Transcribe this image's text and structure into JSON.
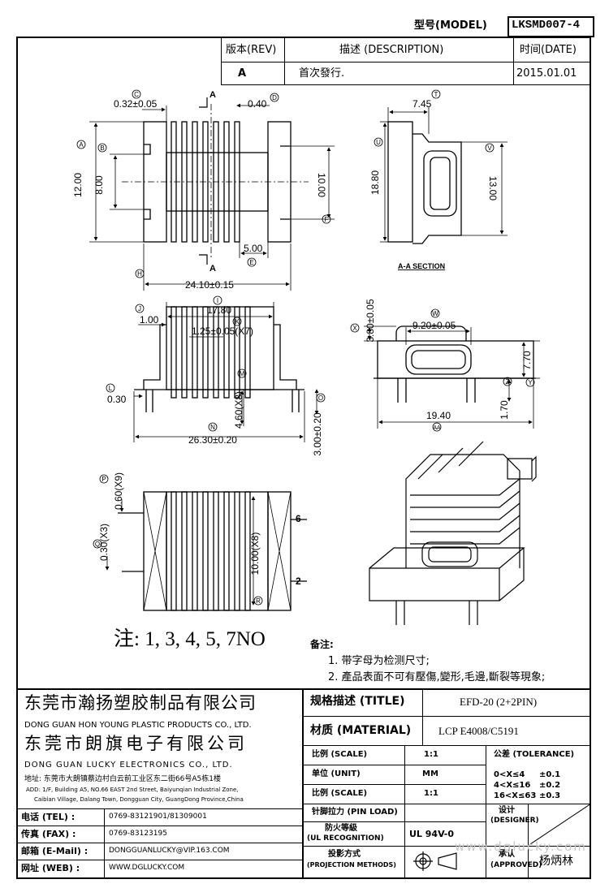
{
  "header": {
    "model_label": "型号(MODEL)",
    "model_value": "LKSMD007-4",
    "rev_label": "版本(REV)",
    "desc_label": "描述 (DESCRIPTION)",
    "date_label": "时间(DATE)",
    "rev_value": "A",
    "desc_value": "首次發行.",
    "date_value": "2015.01.01"
  },
  "dims": {
    "C": "0.32±0.05",
    "D": "0.40",
    "A": "12.00",
    "B": "8.00",
    "F": "10.00",
    "E": "5.00",
    "H": "24.10±0.15",
    "T": "7.45",
    "U": "18.80",
    "V": "13.00",
    "section": "A-A SECTION",
    "I": "17.80",
    "J": "1.00",
    "K": "1.25±0.05(X7)",
    "L": "0.30",
    "M": "4.60(X8)",
    "N": "26.30±0.20",
    "O": "3.00±0.20",
    "X": "3.80±0.05",
    "W": "9.20±0.05",
    "Y": "7.70",
    "Z": "1.70",
    "AA": "19.40",
    "P": "0.60(X9)",
    "Q": "0.30(X3)",
    "R": "10.00(X8)",
    "pin6": "6",
    "pin2": "2",
    "sec_a": "A",
    "circ": {
      "C": "C",
      "D": "D",
      "A": "A",
      "B": "B",
      "F": "F",
      "E": "E",
      "H": "H",
      "T": "T",
      "U": "U",
      "V": "V",
      "I": "I",
      "J": "J",
      "K": "K",
      "L": "L",
      "M": "M",
      "N": "N",
      "O": "O",
      "X": "X",
      "W": "W",
      "Y": "Y",
      "Z": "Z",
      "AA": "AA",
      "P": "P",
      "Q": "Q",
      "R": "R"
    }
  },
  "notes": {
    "main": "注: 1, 3, 4, 5, 7NO",
    "title": "备注:",
    "items": [
      "1. 带字母为检测尺寸;",
      "2. 產品表面不可有壓傷,變形,毛邊,斷裂等現象;"
    ]
  },
  "company": {
    "name1_cn": "东莞市瀚扬塑胶制品有限公司",
    "name1_en": "DONG GUAN HON YOUNG PLASTIC PRODUCTS CO., LTD.",
    "name2_cn": "东莞市朗旗电子有限公司",
    "name2_en": "DONG GUAN LUCKY ELECTRONICS CO., LTD.",
    "address_cn": "地址: 东莞市大朗镇蔡边村白云前工业区东二街66号A5栋1楼",
    "address_en1": "ADD: 1/F, Building A5, NO.66 EAST 2nd Street, Baiyunqian Industrial Zone,",
    "address_en2": "Caibian Village, Dalang Town, Dongguan City, GuangDong Province,China"
  },
  "contact": [
    {
      "label": "电话 (TEL) :",
      "value": "0769-83121901/81309001"
    },
    {
      "label": "传真 (FAX) :",
      "value": "0769-83123195"
    },
    {
      "label": "邮箱 (E-Mail) :",
      "value": "DONGGUANLUCKY@VIP.163.COM"
    },
    {
      "label": "网址 (WEB) :",
      "value": "WWW.DGLUCKY.COM"
    }
  ],
  "spec": {
    "title_label": "规格描述 (TITLE)",
    "title_value": "EFD-20 (2+2PIN)",
    "material_label": "材质 (MATERIAL)",
    "material_value": "LCP E4008/C5191",
    "scale_label": "比例 (SCALE)",
    "scale_value": "1:1",
    "tol_label": "公差 (TOLERANCE)",
    "unit_label": "单位 (UNIT)",
    "unit_value": "MM",
    "scale2_label": "比例 (SCALE)",
    "scale2_value": "1:1",
    "tol_rows": [
      {
        "range": "0<X≤4",
        "val": "±0.1"
      },
      {
        "range": "4<X≤16",
        "val": "±0.2"
      },
      {
        "range": "16<X≤63",
        "val": "±0.3"
      }
    ],
    "pin_label": "针脚拉力 (PIN LOAD)",
    "fire_label1": "防火等級",
    "fire_label2": "(UL RECOGNITION)",
    "fire_value": "UL 94V-0",
    "proj_label1": "投影方式",
    "proj_label2": "(PROJECTION METHODS)",
    "designer_label1": "设计",
    "designer_label2": "(DESIGNER)",
    "approved_label1": "承认",
    "approved_label2": "(APPROVED)",
    "approved_value": "杨炳林",
    "watermark": "www.dglucky.com"
  }
}
